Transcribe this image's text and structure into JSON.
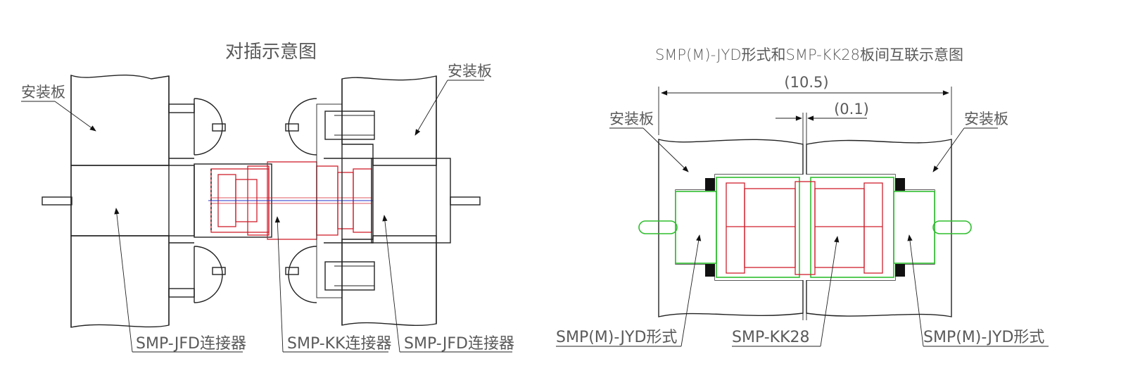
{
  "left_diagram": {
    "title": "对插示意图",
    "label_mount_left": "安装板",
    "label_mount_right": "安装板",
    "callout_left": "SMP-JFD连接器",
    "callout_mid": "SMP-KK连接器",
    "callout_right": "SMP-JFD连接器"
  },
  "right_diagram": {
    "title": "SMP(M)-JYD形式和SMP-KK28板间互联示意图",
    "dimension_overall": "(10.5)",
    "dimension_gap": "(0.1)",
    "label_mount_left": "安装板",
    "label_mount_right": "安装板",
    "callout_left": "SMP(M)-JYD形式",
    "callout_mid": "SMP-KK28",
    "callout_right": "SMP(M)-JYD形式"
  },
  "colors": {
    "outline": "#222222",
    "text": "#5a5a5a",
    "red_part": "#d0202c",
    "green_part": "#2fbe2f",
    "centerline": "#2033c8"
  }
}
